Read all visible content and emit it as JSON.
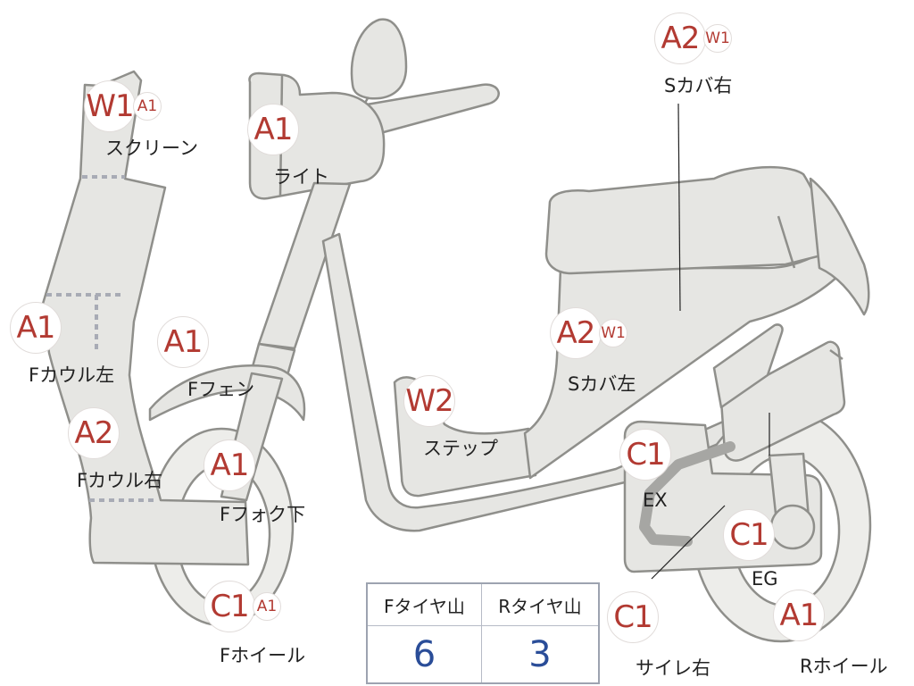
{
  "parts": [
    {
      "id": "screen",
      "codes": [
        "W1",
        "A1"
      ],
      "label": "スクリーン"
    },
    {
      "id": "light",
      "codes": [
        "A1"
      ],
      "label": "ライト"
    },
    {
      "id": "side-cover-right",
      "codes": [
        "A2",
        "W1"
      ],
      "label": "Sカバ右"
    },
    {
      "id": "front-cowl-left",
      "codes": [
        "A1"
      ],
      "label": "Fカウル左"
    },
    {
      "id": "front-fender",
      "codes": [
        "A1"
      ],
      "label": "Fフェン"
    },
    {
      "id": "side-cover-left",
      "codes": [
        "A2",
        "W1"
      ],
      "label": "Sカバ左"
    },
    {
      "id": "step",
      "codes": [
        "W2"
      ],
      "label": "ステップ"
    },
    {
      "id": "front-cowl-right",
      "codes": [
        "A2"
      ],
      "label": "Fカウル右"
    },
    {
      "id": "front-fork-lower",
      "codes": [
        "A1"
      ],
      "label": "Fフォク下"
    },
    {
      "id": "exhaust",
      "codes": [
        "C1"
      ],
      "label": "EX"
    },
    {
      "id": "engine",
      "codes": [
        "C1"
      ],
      "label": "EG"
    },
    {
      "id": "front-wheel",
      "codes": [
        "C1",
        "A1"
      ],
      "label": "Fホイール"
    },
    {
      "id": "muffler-right",
      "codes": [
        "C1"
      ],
      "label": "サイレ右"
    },
    {
      "id": "rear-wheel",
      "codes": [
        "A1"
      ],
      "label": "Rホイール"
    }
  ],
  "tire_table": {
    "headers": [
      "Fタイヤ山",
      "Rタイヤ山"
    ],
    "values": [
      "6",
      "3"
    ]
  },
  "colors": {
    "code": "#b23a32",
    "tire_value": "#2a4d98",
    "part_fill": "#e6e6e3",
    "part_outline": "#8f8f8b",
    "dashed_seam": "#a8abb5"
  }
}
